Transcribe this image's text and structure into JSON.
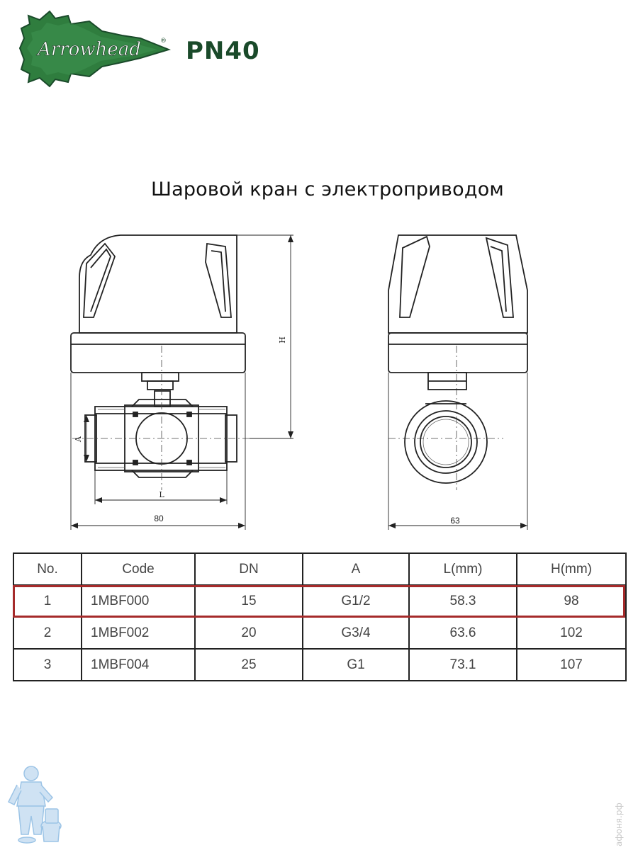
{
  "header": {
    "brand": "Arrowhead",
    "pressure_class": "PN40"
  },
  "title": "Шаровой  кран с электроприводом",
  "drawing": {
    "dim_h": "H",
    "dim_a": "A",
    "dim_l": "L",
    "dim_front_width": "80",
    "dim_side_width": "63"
  },
  "table": {
    "headers": [
      "No.",
      "Code",
      "DN",
      "A",
      "L(mm)",
      "H(mm)"
    ],
    "rows": [
      [
        "1",
        "1MBF000",
        "15",
        "G1/2",
        "58.3",
        "98"
      ],
      [
        "2",
        "1MBF002",
        "20",
        "G3/4",
        "63.6",
        "102"
      ],
      [
        "3",
        "1MBF004",
        "25",
        "G1",
        "73.1",
        "107"
      ]
    ],
    "highlighted_row": 1,
    "highlight_color": "#a52a2a"
  },
  "colors": {
    "brand_green": "#2f7d3e",
    "pn_text": "#1a4a2a",
    "mascot_blue": "#9cc4e6"
  },
  "watermark": "афоня.рф"
}
